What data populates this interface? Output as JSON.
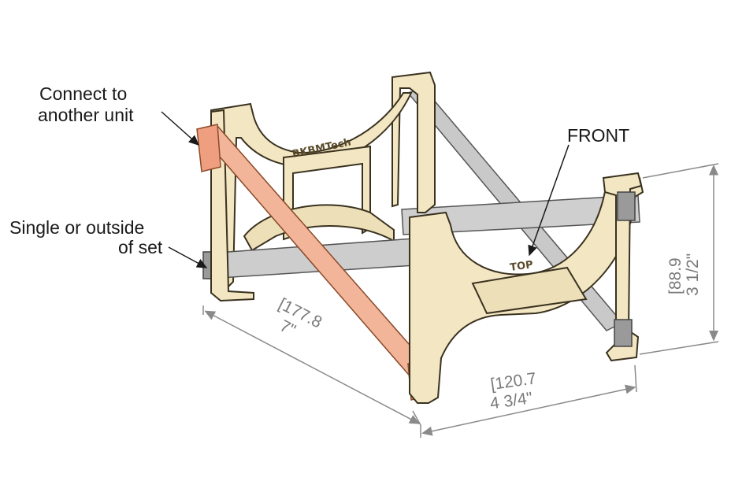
{
  "labels": {
    "connect_line1": "Connect to",
    "connect_line2": "another unit",
    "single_line1": "Single or outside",
    "single_line2": "of set",
    "front": "FRONT"
  },
  "emboss": {
    "brand": "RKBMTech",
    "top": "TOP"
  },
  "dimensions": {
    "length_mm": "[177.8",
    "length_in": "7\"",
    "width_mm": "[120.7",
    "width_in": "4 3/4\"",
    "height_mm": "[88.9",
    "height_in": "3 1/2\""
  },
  "colors": {
    "frame_fill": "#f3e6c2",
    "frame_stroke": "#3a3220",
    "strap_gray": "#c9c9c9",
    "strap_orange": "#f2b59a",
    "dim_line": "#8a8a8a"
  }
}
